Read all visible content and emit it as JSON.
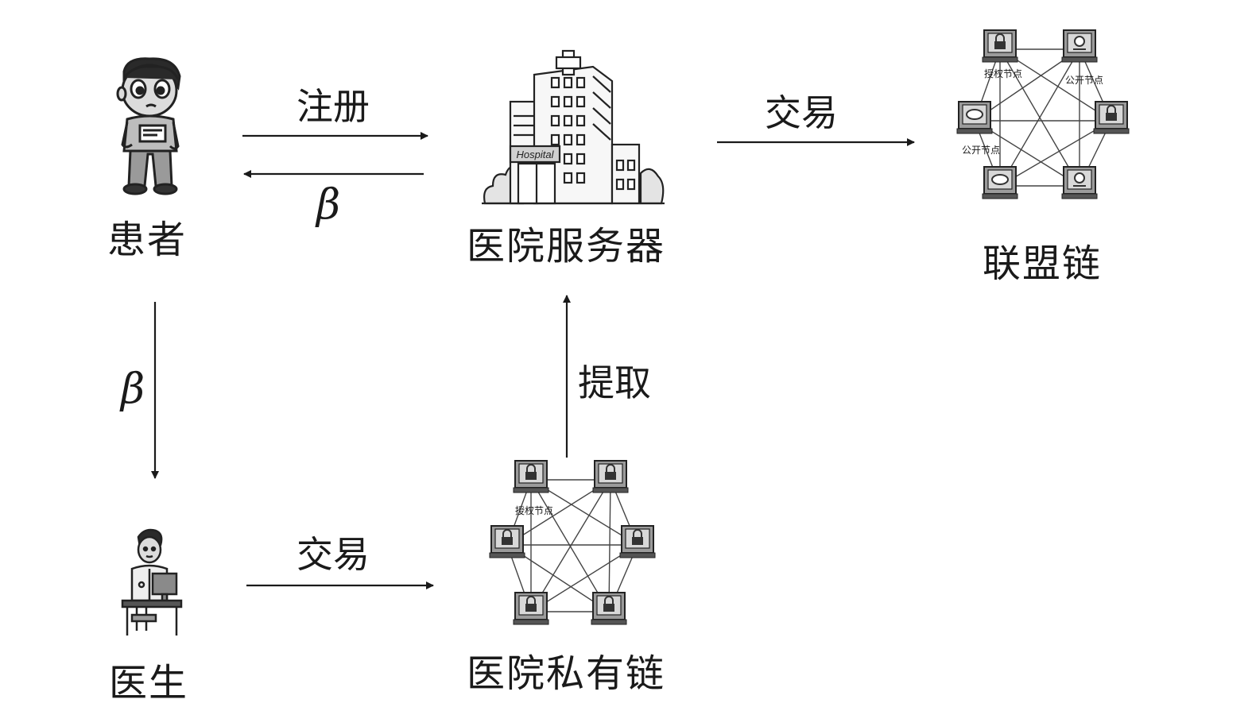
{
  "nodes": {
    "patient": {
      "label": "患者"
    },
    "hospital_server": {
      "label": "医院服务器",
      "sign": "Hospital"
    },
    "consortium_chain": {
      "label": "联盟链",
      "node_labels": [
        "授权节点",
        "公开节点",
        "公开节点"
      ]
    },
    "doctor": {
      "label": "医生"
    },
    "private_chain": {
      "label": "医院私有链",
      "node_labels": [
        "授权节点"
      ]
    }
  },
  "edges": {
    "register": {
      "label": "注册"
    },
    "beta_top": {
      "label": "β"
    },
    "trade_top": {
      "label": "交易"
    },
    "beta_left": {
      "label": "β"
    },
    "extract": {
      "label": "提取"
    },
    "trade_bottom": {
      "label": "交易"
    }
  }
}
